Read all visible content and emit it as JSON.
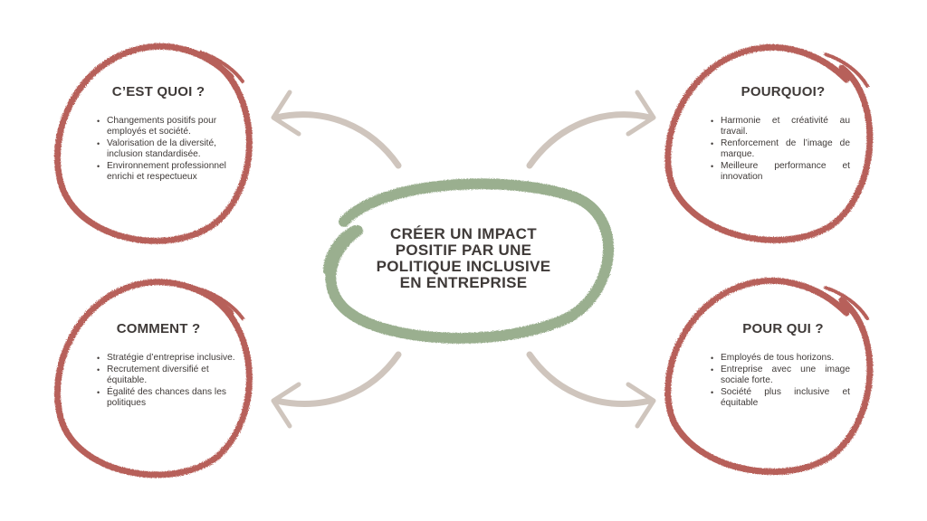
{
  "center": {
    "title": "CRÉER UN IMPACT POSITIF PAR UNE POLITIQUE INCLUSIVE EN ENTREPRISE",
    "ring_color": "#9aaf8f"
  },
  "colors": {
    "ring": "#b7605a",
    "arrow": "#cfc5bd",
    "text": "#3f3a38"
  },
  "cards": {
    "quoi": {
      "title": "C’EST QUOI ?",
      "items": [
        "Changements positifs pour employés et société.",
        "Valorisation de la diversité, inclusion standardisée.",
        "Environnement professionnel enrichi et respectueux"
      ]
    },
    "pourquoi": {
      "title": "POURQUOI?",
      "items": [
        "Harmonie et créativité au travail.",
        "Renforcement de l’image de marque.",
        "Meilleure performance et innovation"
      ]
    },
    "comment": {
      "title": "COMMENT ?",
      "items": [
        "Stratégie d’entreprise inclusive.",
        "Recrutement diversifié et équitable.",
        "Égalité des chances dans les politiques"
      ]
    },
    "pourqui": {
      "title": "POUR QUI ?",
      "items": [
        "Employés de tous horizons.",
        "Entreprise avec une image sociale forte.",
        "Société plus inclusive et équitable"
      ]
    }
  }
}
